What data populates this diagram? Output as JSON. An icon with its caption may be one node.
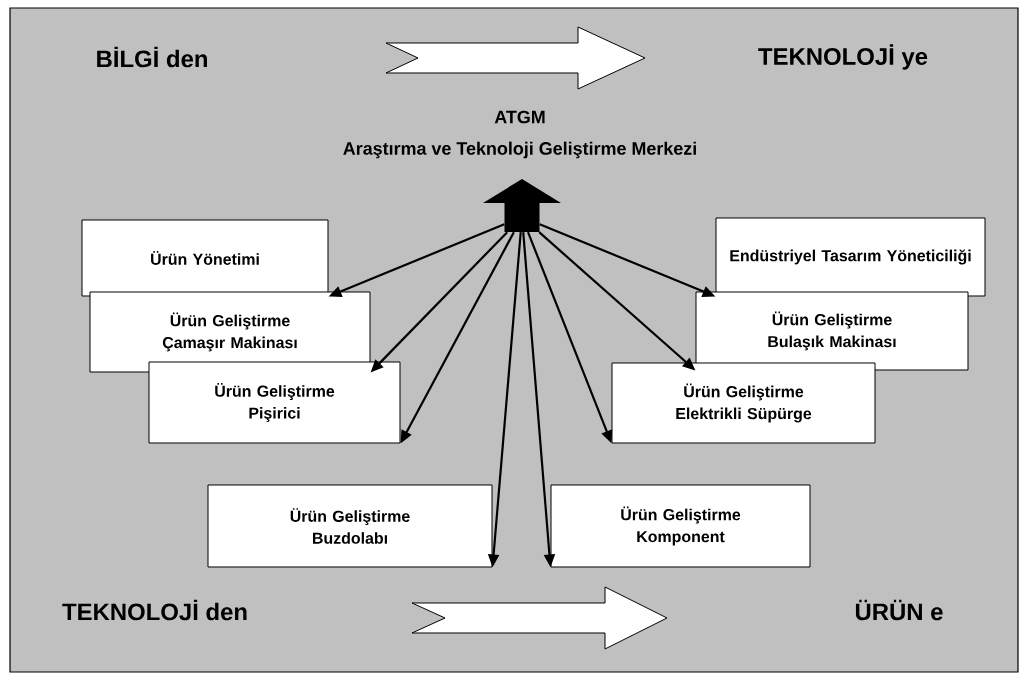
{
  "diagram": {
    "nodes": [
      {
        "text": [
          "ATGM",
          "Araştırma ve Teknoloji Geliştirme Merkezi"
        ]
      },
      {
        "text": [
          "Ürün Yönetimi"
        ]
      },
      {
        "text": [
          "Ürün Geliştirme",
          "Çamaşır Makinası"
        ]
      },
      {
        "text": [
          "Ürün Geliştirme",
          "Pişirici"
        ]
      },
      {
        "text": [
          "Ürün Geliştirme",
          "Buzdolabı"
        ]
      },
      {
        "text": [
          "Endüstriyel Tasarım Yöneticiliği"
        ]
      },
      {
        "text": [
          "Ürün Geliştirme",
          "Bulaşık Makinası"
        ]
      },
      {
        "text": [
          "Ürün Geliştirme",
          "Elektrikli Süpürge"
        ]
      },
      {
        "text": [
          "Ürün Geliştirme",
          "Komponent"
        ]
      }
    ],
    "edges": [
      {
        "from": 0,
        "to": 1,
        "arrow": "to"
      },
      {
        "from": 0,
        "to": 2,
        "arrow": "to"
      },
      {
        "from": 0,
        "to": 3,
        "arrow": "to"
      },
      {
        "from": 0,
        "to": 4,
        "arrow": "to"
      },
      {
        "from": 0,
        "to": 8,
        "arrow": "to"
      },
      {
        "from": 0,
        "to": 7,
        "arrow": "to"
      },
      {
        "from": 0,
        "to": 6,
        "arrow": "to"
      },
      {
        "from": 0,
        "to": 5,
        "arrow": "to"
      }
    ],
    "labels": [
      "BİLGİ den",
      "TEKNOLOJİ ye",
      "TEKNOLOJİ den",
      "ÜRÜN e"
    ]
  }
}
